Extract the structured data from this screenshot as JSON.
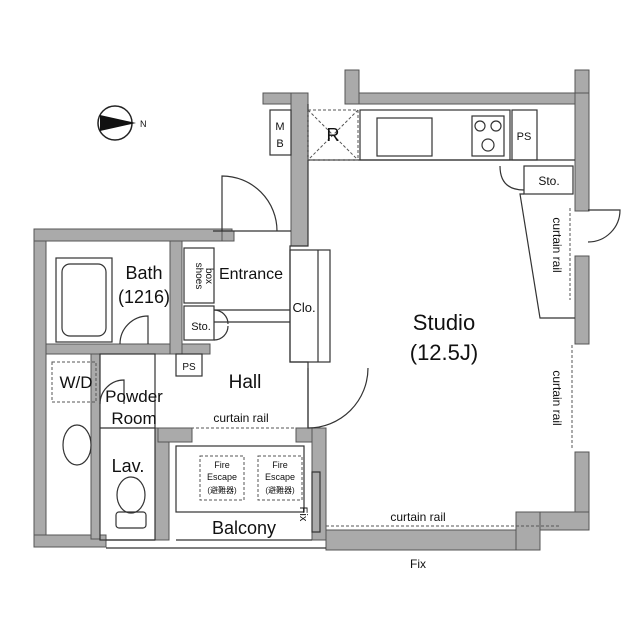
{
  "compass": {
    "label": "N",
    "icon": "north-arrow-icon"
  },
  "rooms": {
    "studio": {
      "name": "Studio",
      "size": "(12.5J)"
    },
    "bath": {
      "name": "Bath",
      "size": "(1216)"
    },
    "entrance": "Entrance",
    "hall": "Hall",
    "powder_room_line1": "Powder",
    "powder_room_line2": "Room",
    "lav": "Lav.",
    "wd": "W/D",
    "balcony": "Balcony",
    "clo": "Clo.",
    "sto_entrance": "Sto.",
    "sto_kitchen": "Sto."
  },
  "fixtures": {
    "mb_line1": "M",
    "mb_line2": "B",
    "ps_kitchen": "PS",
    "ps_hall": "PS",
    "refrigerator": "R",
    "shoes_box_line1": "shoes",
    "shoes_box_line2": "box"
  },
  "annotations": {
    "curtain_rail_right_upper": "curtain rail",
    "curtain_rail_right_lower": "curtain rail",
    "curtain_rail_hall": "curtain rail",
    "curtain_rail_studio_bottom": "curtain rail",
    "fix_bottom": "Fix",
    "fix_side": "Fix"
  },
  "fire_escapes": [
    {
      "line1": "Fire",
      "line2": "Escape",
      "line3": "(避難器)"
    },
    {
      "line1": "Fire",
      "line2": "Escape",
      "line3": "(避難器)"
    }
  ]
}
